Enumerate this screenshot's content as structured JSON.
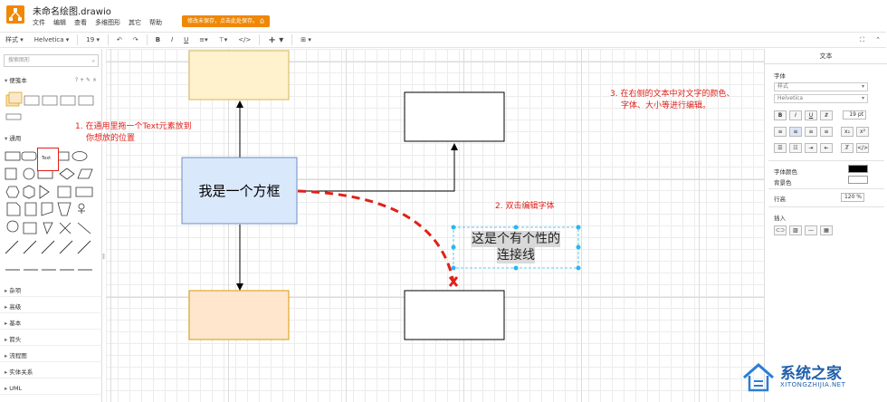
{
  "app": {
    "title": "未命名绘图.drawio",
    "menus": [
      "文件",
      "编辑",
      "查看",
      "多维图形",
      "其它",
      "帮助"
    ],
    "unsaved_notice": "修改未保存，点击此处保存。"
  },
  "toolbar": {
    "style_dropdown": "样式",
    "font_family": "Helvetica",
    "font_size": "19",
    "undo": "↶",
    "redo": "↷",
    "bold": "B",
    "italic": "I",
    "underline": "U",
    "insert": "+",
    "grid": "⊞"
  },
  "sidebar": {
    "search_placeholder": "搜索图形",
    "scratchpad": "便笺本",
    "scratch_tools": "? + ✎ ×",
    "general": "通用",
    "text_shape_label": "Text",
    "sections": [
      "杂项",
      "高级",
      "基本",
      "箭头",
      "流程图",
      "实体关系",
      "UML"
    ]
  },
  "canvas": {
    "main_box_text": "我是一个方框",
    "edge_label_line1": "这是个有个性的",
    "edge_label_line2": "连接线"
  },
  "annotations": {
    "step1": "1. 在通用里拖一个Text元素放到",
    "step1b": "你想放的位置",
    "step2": "2. 双击编辑字体",
    "step3": "3. 在右侧的文本中对文字的颜色、",
    "step3b": "字体、大小等进行编辑。"
  },
  "right_panel": {
    "tab": "文本",
    "font_label": "字体",
    "style_select": "样式",
    "font_select": "Helvetica",
    "bold": "B",
    "italic": "I",
    "underline": "U",
    "font_size": "19 pt",
    "font_color_label": "字体颜色",
    "bg_color_label": "背景色",
    "line_height_label": "行高",
    "line_height_value": "120 %",
    "insert_label": "插入"
  },
  "watermark": {
    "brand": "系统之家",
    "url": "XITONGZHIJIA.NET"
  },
  "colors": {
    "accent": "#f08705",
    "annotation_red": "#e0201a",
    "box_yellow": "#fff2cc",
    "box_yellow_border": "#d6b656",
    "box_orange": "#ffe6cc",
    "box_orange_border": "#d79b00",
    "box_blue": "#dae8fc",
    "box_blue_border": "#6c8ebf",
    "selection_blue": "#29b6f2"
  }
}
